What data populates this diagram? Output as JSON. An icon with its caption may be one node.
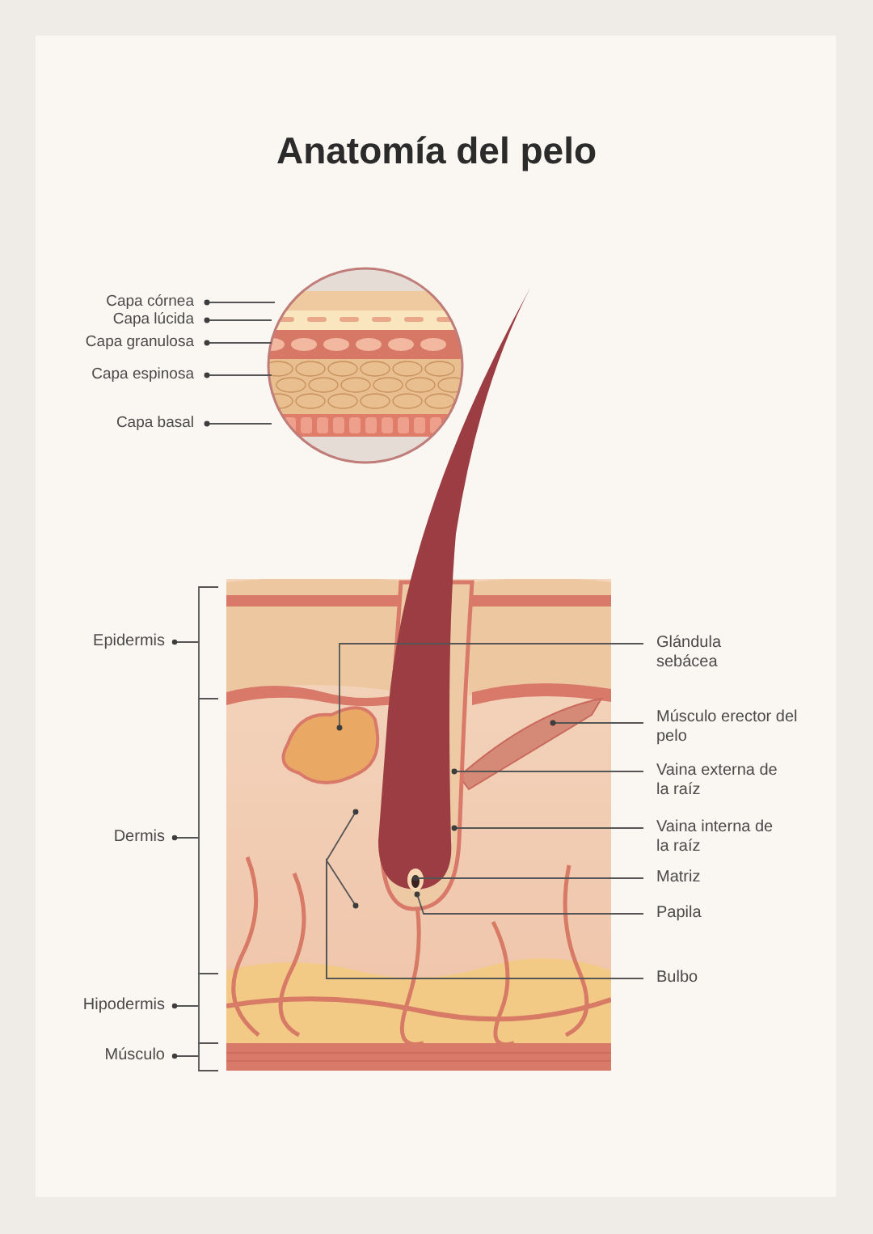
{
  "diagram": {
    "title": "Anatomía del pelo",
    "nodes": [
      {
        "text": [
          "Capa córnea"
        ]
      },
      {
        "text": [
          "Capa lúcida"
        ]
      },
      {
        "text": [
          "Capa granulosa"
        ]
      },
      {
        "text": [
          "Capa espinosa"
        ]
      },
      {
        "text": [
          "Capa basal"
        ]
      },
      {
        "text": [
          "Glándula sebácea"
        ]
      },
      {
        "text": [
          "Músculo erector del pelo"
        ]
      },
      {
        "text": [
          "Vaina externa de la raíz"
        ]
      },
      {
        "text": [
          "Vaina interna de la raíz"
        ]
      },
      {
        "text": [
          "Matriz"
        ]
      },
      {
        "text": [
          "Papila"
        ]
      },
      {
        "text": [
          "Bulbo"
        ]
      }
    ],
    "edges": [
      {
        "from": 0,
        "to": null,
        "arrow": "other"
      },
      {
        "from": 1,
        "to": null,
        "arrow": "other"
      },
      {
        "from": 2,
        "to": null,
        "arrow": "other"
      },
      {
        "from": 3,
        "to": null,
        "arrow": "other"
      },
      {
        "from": 4,
        "to": null,
        "arrow": "other"
      },
      {
        "from": 5,
        "to": null,
        "arrow": "other"
      },
      {
        "from": 6,
        "to": null,
        "arrow": "other"
      },
      {
        "from": 7,
        "to": null,
        "arrow": "other"
      },
      {
        "from": 8,
        "to": null,
        "arrow": "other"
      },
      {
        "from": 9,
        "to": null,
        "arrow": "other"
      },
      {
        "from": 10,
        "to": null,
        "arrow": "other"
      },
      {
        "from": 11,
        "to": null,
        "arrow": "other"
      },
      {
        "from": 11,
        "to": null,
        "arrow": "other"
      }
    ],
    "labels": [
      "Epidermis",
      "Dermis",
      "Hipodermis",
      "Músculo"
    ]
  }
}
